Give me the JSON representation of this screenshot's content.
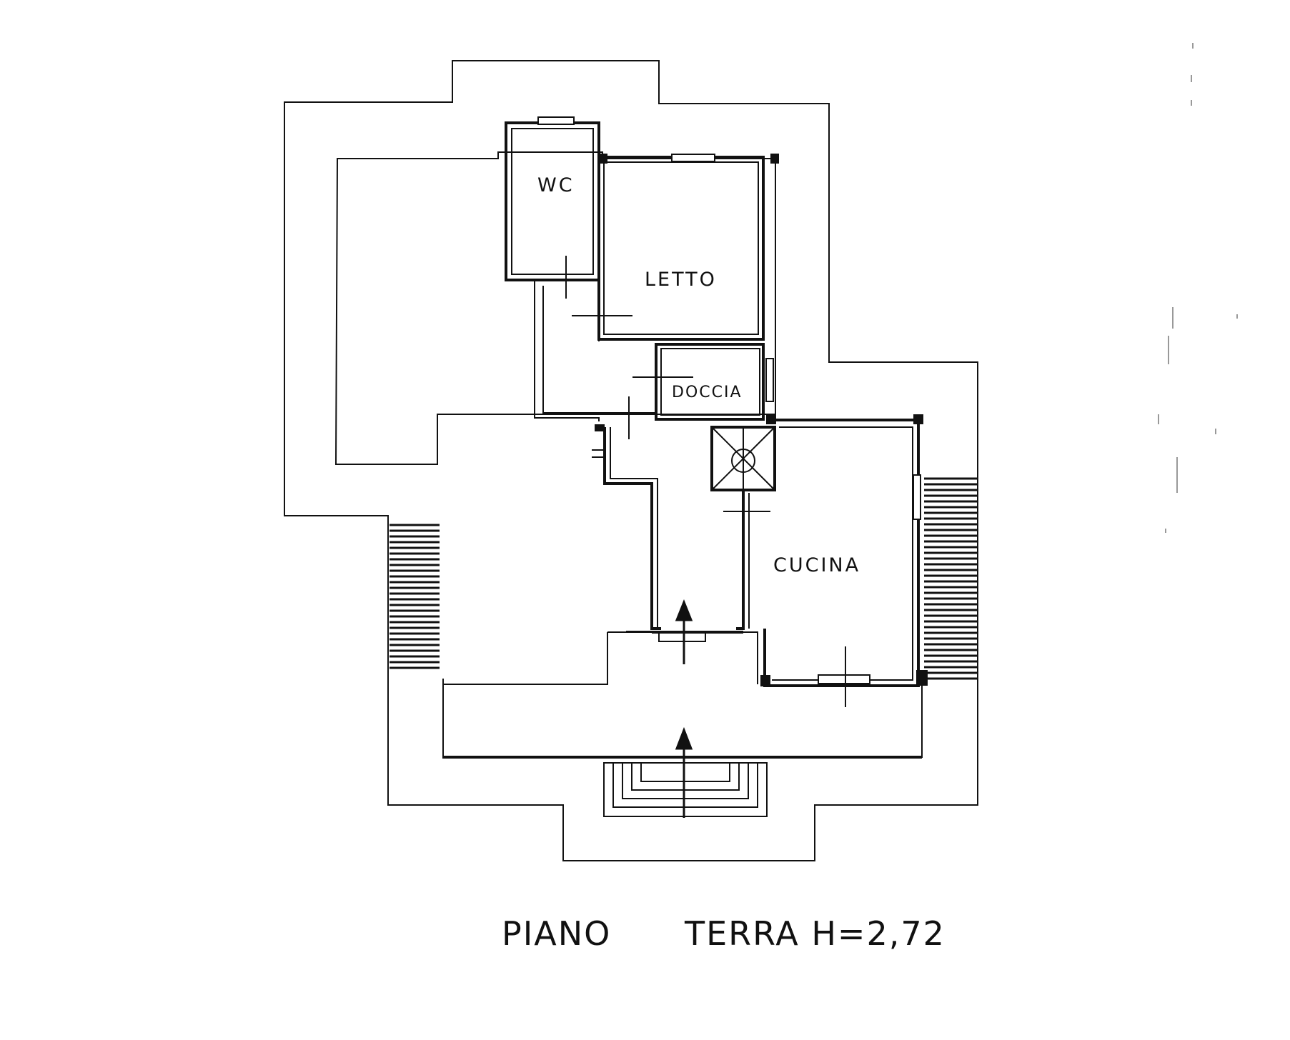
{
  "rooms": {
    "wc": "WC",
    "letto": "LETTO",
    "doccia": "DOCCIA",
    "cucina": "CUCINA"
  },
  "caption": {
    "floor": "PIANO",
    "level": "TERRA H=2,72"
  }
}
